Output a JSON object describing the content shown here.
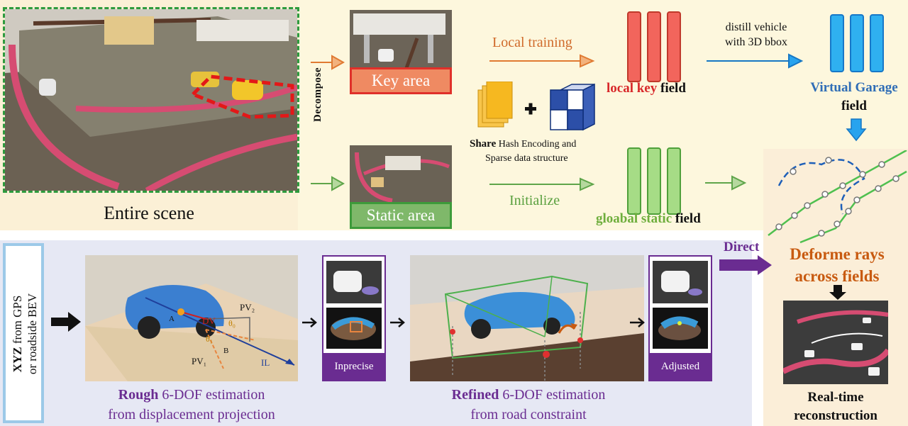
{
  "entire_scene": {
    "label": "Entire scene"
  },
  "decompose": {
    "label": "Decompose"
  },
  "key_area": {
    "label": "Key area",
    "color": "#ef8a62",
    "border": "#e0302a"
  },
  "static_area": {
    "label": "Static area",
    "color": "#7fb86a",
    "border": "#3d9b3a"
  },
  "local_training": {
    "label": "Local training"
  },
  "initialize": {
    "label": "Initialize"
  },
  "share": {
    "bold": "Share",
    "rest_line1": " Hash Encoding and",
    "line2": "Sparse data structure"
  },
  "local_key_field": {
    "part1": "local key",
    "part2": " field"
  },
  "global_static_field": {
    "part1": "gloabal static",
    "part2": " field"
  },
  "distill": {
    "line1": "distill vehicle",
    "line2": "with 3D bbox"
  },
  "virtual_garage": {
    "line1": "Virtual Garage",
    "line2": "field"
  },
  "direct": {
    "label": "Direct"
  },
  "deform": {
    "line1": "Deforme rays",
    "line2": "across fields"
  },
  "realtime": {
    "line1": "Real-time",
    "line2": "reconstruction"
  },
  "xyz": {
    "bold": "XYZ",
    "line1_rest": " from GPS",
    "line2": "or roadside BEV"
  },
  "rough": {
    "bold": "Rough",
    "line1_rest": " 6-DOF estimation",
    "line2": "from displacement projection"
  },
  "refined": {
    "bold": "Refined",
    "line1_rest": " 6-DOF estimation",
    "line2": "from road constraint"
  },
  "imprecise": {
    "label": "Inprecise"
  },
  "adjusted": {
    "label": "Adjusted"
  },
  "projection_labels": {
    "a": "A",
    "b": "B",
    "dv": "DV",
    "pv2": "PV₂",
    "pv1": "PV₁",
    "il": "IL",
    "theta0": "θ₀",
    "theta1": "θ₁"
  },
  "colors": {
    "orange": "#e8853f",
    "green": "#7cbf5a",
    "red": "#e05040",
    "blue": "#1e9be8",
    "purple": "#6a2c91",
    "dark_orange": "#c85a10"
  }
}
